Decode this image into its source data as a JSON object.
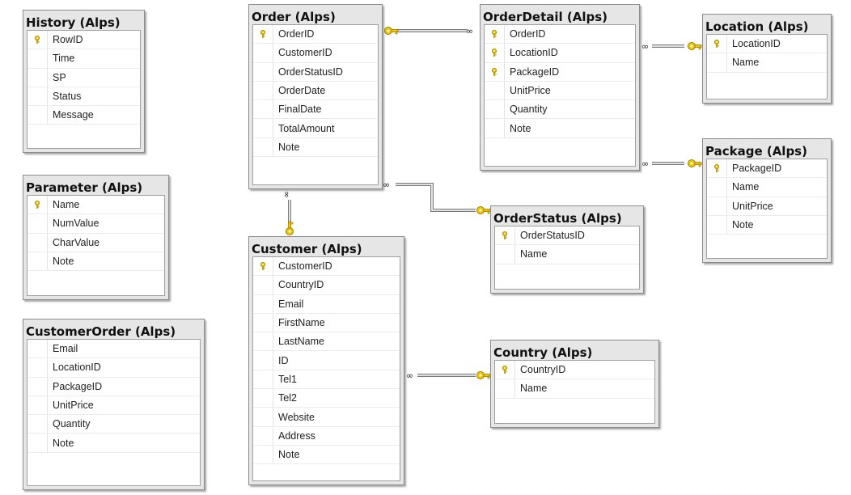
{
  "tables": {
    "history": {
      "title": "History (Alps)",
      "fields": [
        {
          "name": "RowID",
          "pk": true
        },
        {
          "name": "Time",
          "pk": false
        },
        {
          "name": "SP",
          "pk": false
        },
        {
          "name": "Status",
          "pk": false
        },
        {
          "name": "Message",
          "pk": false
        }
      ]
    },
    "parameter": {
      "title": "Parameter (Alps)",
      "fields": [
        {
          "name": "Name",
          "pk": true
        },
        {
          "name": "NumValue",
          "pk": false
        },
        {
          "name": "CharValue",
          "pk": false
        },
        {
          "name": "Note",
          "pk": false
        }
      ]
    },
    "customer_order": {
      "title": "CustomerOrder (Alps)",
      "fields": [
        {
          "name": "Email",
          "pk": false
        },
        {
          "name": "LocationID",
          "pk": false
        },
        {
          "name": "PackageID",
          "pk": false
        },
        {
          "name": "UnitPrice",
          "pk": false
        },
        {
          "name": "Quantity",
          "pk": false
        },
        {
          "name": "Note",
          "pk": false
        }
      ]
    },
    "order": {
      "title": "Order (Alps)",
      "fields": [
        {
          "name": "OrderID",
          "pk": true
        },
        {
          "name": "CustomerID",
          "pk": false
        },
        {
          "name": "OrderStatusID",
          "pk": false
        },
        {
          "name": "OrderDate",
          "pk": false
        },
        {
          "name": "FinalDate",
          "pk": false
        },
        {
          "name": "TotalAmount",
          "pk": false
        },
        {
          "name": "Note",
          "pk": false
        }
      ]
    },
    "customer": {
      "title": "Customer (Alps)",
      "fields": [
        {
          "name": "CustomerID",
          "pk": true
        },
        {
          "name": "CountryID",
          "pk": false
        },
        {
          "name": "Email",
          "pk": false
        },
        {
          "name": "FirstName",
          "pk": false
        },
        {
          "name": "LastName",
          "pk": false
        },
        {
          "name": "ID",
          "pk": false
        },
        {
          "name": "Tel1",
          "pk": false
        },
        {
          "name": "Tel2",
          "pk": false
        },
        {
          "name": "Website",
          "pk": false
        },
        {
          "name": "Address",
          "pk": false
        },
        {
          "name": "Note",
          "pk": false
        }
      ]
    },
    "order_detail": {
      "title": "OrderDetail (Alps)",
      "fields": [
        {
          "name": "OrderID",
          "pk": true
        },
        {
          "name": "LocationID",
          "pk": true
        },
        {
          "name": "PackageID",
          "pk": true
        },
        {
          "name": "UnitPrice",
          "pk": false
        },
        {
          "name": "Quantity",
          "pk": false
        },
        {
          "name": "Note",
          "pk": false
        }
      ]
    },
    "order_status": {
      "title": "OrderStatus (Alps)",
      "fields": [
        {
          "name": "OrderStatusID",
          "pk": true
        },
        {
          "name": "Name",
          "pk": false
        }
      ]
    },
    "country": {
      "title": "Country (Alps)",
      "fields": [
        {
          "name": "CountryID",
          "pk": true
        },
        {
          "name": "Name",
          "pk": false
        }
      ]
    },
    "location": {
      "title": "Location (Alps)",
      "fields": [
        {
          "name": "LocationID",
          "pk": true
        },
        {
          "name": "Name",
          "pk": false
        }
      ]
    },
    "package": {
      "title": "Package (Alps)",
      "fields": [
        {
          "name": "PackageID",
          "pk": true
        },
        {
          "name": "Name",
          "pk": false
        },
        {
          "name": "UnitPrice",
          "pk": false
        },
        {
          "name": "Note",
          "pk": false
        }
      ]
    }
  },
  "relationships": [
    {
      "name": "order-to-orderdetail",
      "one": "order",
      "many": "order_detail"
    },
    {
      "name": "customer-to-order",
      "one": "customer",
      "many": "order"
    },
    {
      "name": "orderstatus-to-order",
      "one": "order_status",
      "many": "order"
    },
    {
      "name": "country-to-customer",
      "one": "country",
      "many": "customer"
    },
    {
      "name": "location-to-orderdetail",
      "one": "location",
      "many": "order_detail"
    },
    {
      "name": "package-to-orderdetail",
      "one": "package",
      "many": "order_detail"
    }
  ],
  "colors": {
    "key": "#f0c800",
    "key_stroke": "#9a7c00",
    "line": "#7a7a7a",
    "title_bg": "#e6e6e6"
  }
}
